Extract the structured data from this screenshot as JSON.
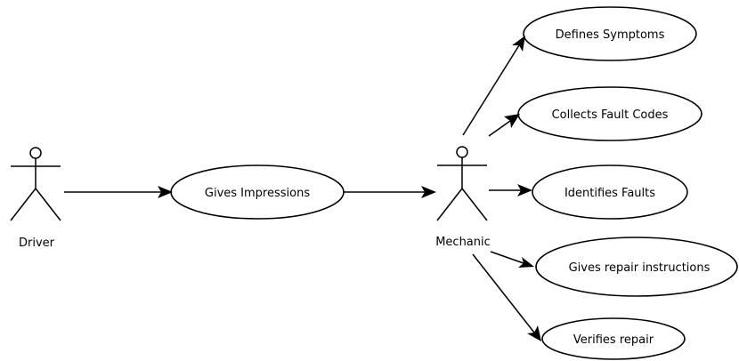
{
  "actors": {
    "driver": {
      "label": "Driver"
    },
    "mechanic": {
      "label": "Mechanic"
    }
  },
  "use_cases": {
    "gives_impressions": "Gives Impressions",
    "defines_symptoms": "Defines Symptoms",
    "collects_fault_codes": "Collects Fault Codes",
    "identifies_faults": "Identifies Faults",
    "gives_repair_instructions": "Gives repair instructions",
    "verifies_repair": "Verifies repair"
  },
  "colors": {
    "line": "#000000",
    "background": "#ffffff"
  }
}
